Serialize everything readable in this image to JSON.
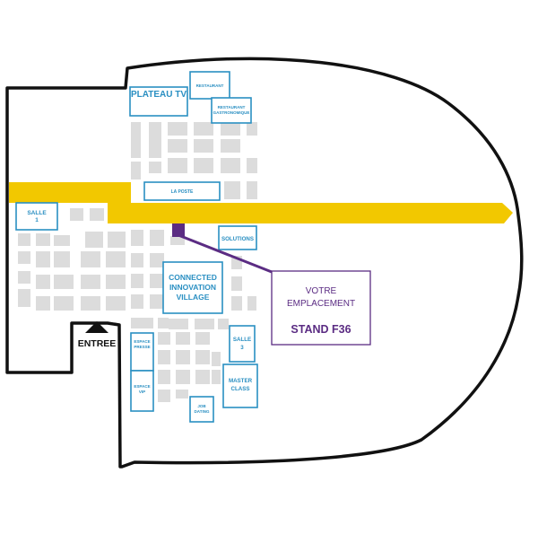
{
  "colors": {
    "outline": "#111111",
    "aisle": "#f2c800",
    "booth": "#dcdcdc",
    "zone_stroke": "#2a8fc2",
    "zone_text": "#2a8fc2",
    "highlight": "#5b2c83"
  },
  "zones": {
    "plateau_tv": "PLATEAU TV",
    "restaurant": "RESTAURANT",
    "restaurant_gastro_1": "RESTAURANT",
    "restaurant_gastro_2": "GASTRONOMIQUE",
    "la_poste": "LA POSTE",
    "salle1_1": "SALLE",
    "salle1_2": "1",
    "solutions": "SOLUTIONS",
    "civ_1": "CONNECTED",
    "civ_2": "INNOVATION",
    "civ_3": "VILLAGE",
    "espace_presse_1": "ESPACE",
    "espace_presse_2": "PRESSE",
    "espace_vip_1": "ESPACE",
    "espace_vip_2": "VIP",
    "salle3_1": "SALLE",
    "salle3_2": "3",
    "master_1": "MASTER",
    "master_2": "CLASS",
    "job_1": "JOB",
    "job_2": "DATING"
  },
  "entrance": {
    "label": "ENTREE",
    "icon": "up-arrow-icon"
  },
  "callout": {
    "line1": "VOTRE",
    "line2": "EMPLACEMENT",
    "stand": "STAND F36"
  }
}
